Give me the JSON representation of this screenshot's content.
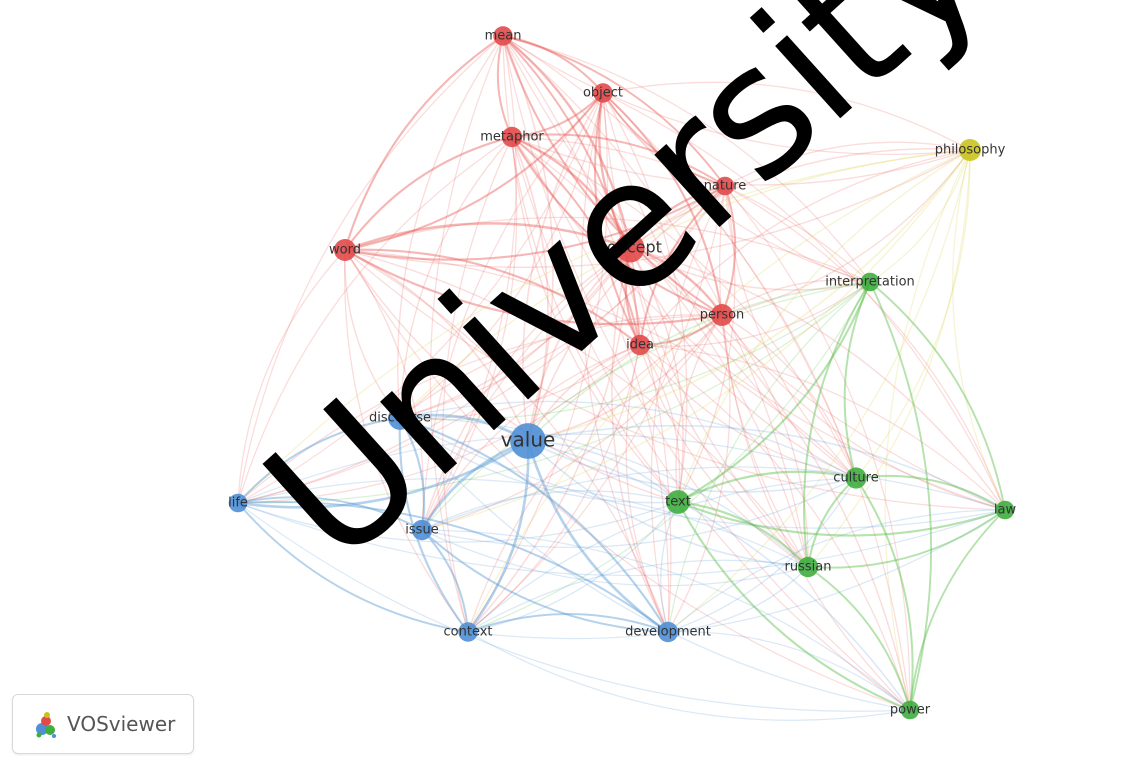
{
  "map": {
    "clusters": [
      {
        "id": "red",
        "color": "#e24a4a",
        "edge_color": "#e8605b"
      },
      {
        "id": "blue",
        "color": "#4f8fd6",
        "edge_color": "#5b9bd5"
      },
      {
        "id": "green",
        "color": "#3fae3f",
        "edge_color": "#5cbf4a"
      },
      {
        "id": "yellow",
        "color": "#c9c31e",
        "edge_color": "#d6cf3a"
      }
    ],
    "nodes": [
      {
        "id": "mean",
        "label": "mean",
        "cluster": "red",
        "weight": 1.1
      },
      {
        "id": "object",
        "label": "object",
        "cluster": "red",
        "weight": 1.1
      },
      {
        "id": "metaphor",
        "label": "metaphor",
        "cluster": "red",
        "weight": 1.2
      },
      {
        "id": "nature",
        "label": "nature",
        "cluster": "red",
        "weight": 1.0
      },
      {
        "id": "word",
        "label": "word",
        "cluster": "red",
        "weight": 1.4
      },
      {
        "id": "concept",
        "label": "concept",
        "cluster": "red",
        "weight": 2.2
      },
      {
        "id": "person",
        "label": "person",
        "cluster": "red",
        "weight": 1.4
      },
      {
        "id": "idea",
        "label": "idea",
        "cluster": "red",
        "weight": 1.2
      },
      {
        "id": "philosophy",
        "label": "philosophy",
        "cluster": "yellow",
        "weight": 1.4
      },
      {
        "id": "interpretation",
        "label": "interpretation",
        "cluster": "green",
        "weight": 1.0
      },
      {
        "id": "discourse",
        "label": "discourse",
        "cluster": "blue",
        "weight": 1.6
      },
      {
        "id": "value",
        "label": "value",
        "cluster": "blue",
        "weight": 3.0
      },
      {
        "id": "life",
        "label": "life",
        "cluster": "blue",
        "weight": 1.0
      },
      {
        "id": "issue",
        "label": "issue",
        "cluster": "blue",
        "weight": 1.2
      },
      {
        "id": "context",
        "label": "context",
        "cluster": "blue",
        "weight": 1.1
      },
      {
        "id": "development",
        "label": "development",
        "cluster": "blue",
        "weight": 1.2
      },
      {
        "id": "text",
        "label": "text",
        "cluster": "green",
        "weight": 1.6
      },
      {
        "id": "culture",
        "label": "culture",
        "cluster": "green",
        "weight": 1.3
      },
      {
        "id": "law",
        "label": "law",
        "cluster": "green",
        "weight": 1.0
      },
      {
        "id": "russian",
        "label": "russian",
        "cluster": "green",
        "weight": 1.2
      },
      {
        "id": "power",
        "label": "power",
        "cluster": "green",
        "weight": 1.0
      }
    ]
  },
  "watermark": {
    "text": "University"
  },
  "badge": {
    "label": "VOSviewer",
    "icon": "vosviewer-logo-icon"
  }
}
